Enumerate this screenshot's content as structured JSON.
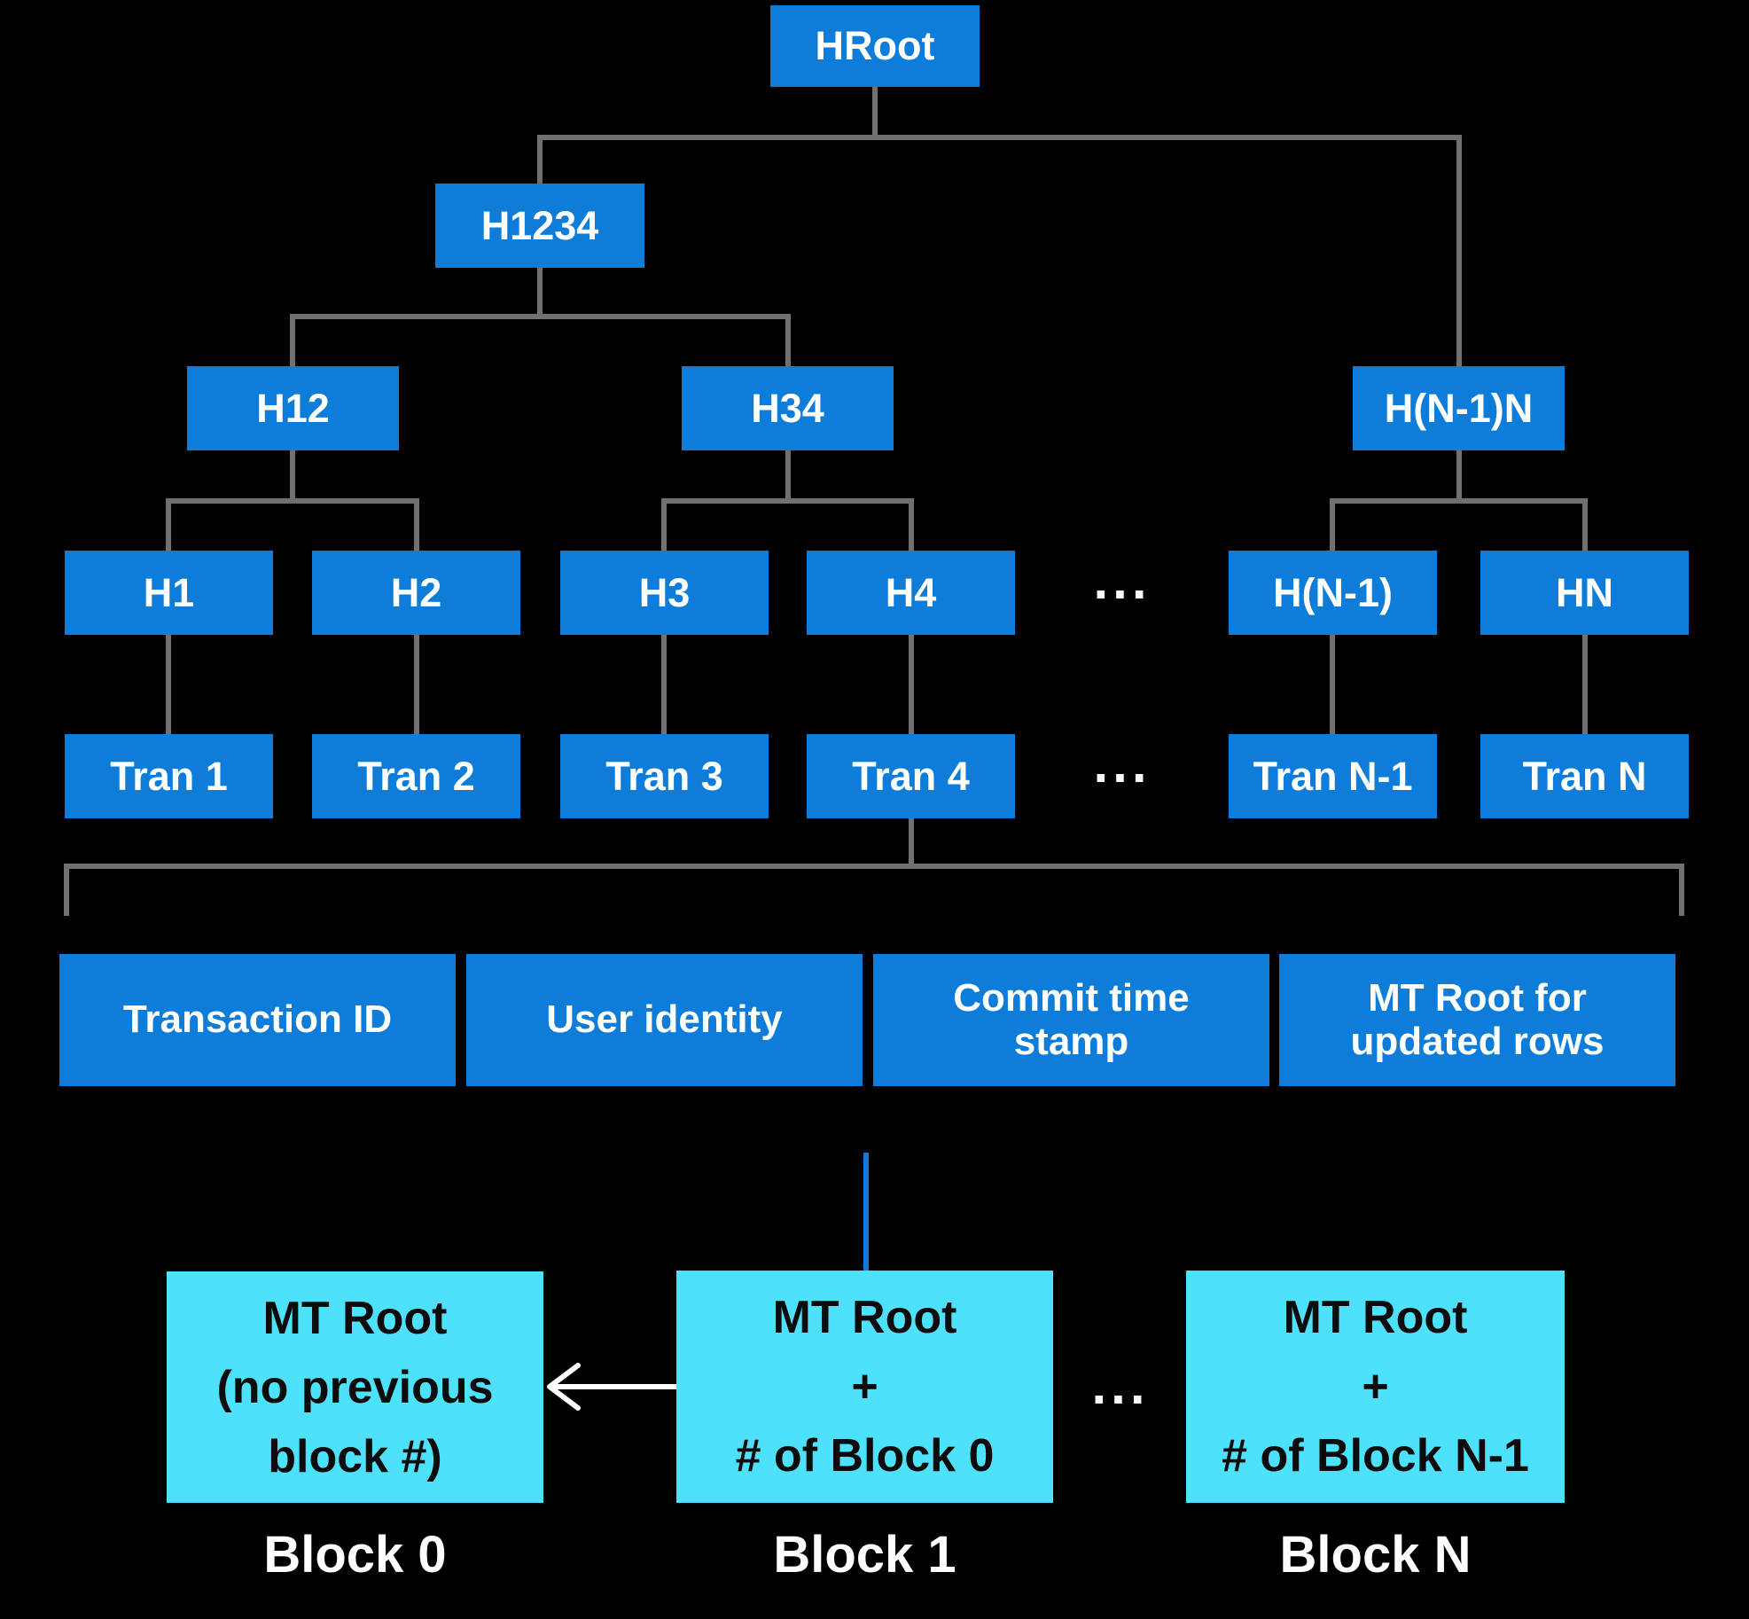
{
  "colors": {
    "background": "#000000",
    "node_blue": "#0d7dd9",
    "connector_gray": "#6e7072",
    "connector_blue": "#1578d8",
    "block_cyan": "#4ee1fb",
    "text_on_blue": "#ffffff",
    "text_on_cyan": "#0c0c0c"
  },
  "merkle_tree": {
    "root": "HRoot",
    "level2": [
      "H1234"
    ],
    "level3": [
      "H12",
      "H34",
      "H(N-1)N"
    ],
    "level4": [
      "H1",
      "H2",
      "H3",
      "H4",
      "H(N-1)",
      "HN"
    ],
    "leaves": [
      "Tran 1",
      "Tran 2",
      "Tran 3",
      "Tran 4",
      "Tran N-1",
      "Tran N"
    ],
    "ellipsis": "..."
  },
  "transaction_fields": [
    "Transaction ID",
    "User identity",
    "Commit time stamp",
    "MT Root for updated rows"
  ],
  "blocks": [
    {
      "lines": [
        "MT Root",
        "(no previous",
        "block #)"
      ],
      "label": "Block 0"
    },
    {
      "lines": [
        "MT Root",
        "+",
        "# of Block 0"
      ],
      "label": "Block 1"
    },
    {
      "lines": [
        "MT Root",
        "+",
        "# of Block N-1"
      ],
      "label": "Block N"
    }
  ]
}
